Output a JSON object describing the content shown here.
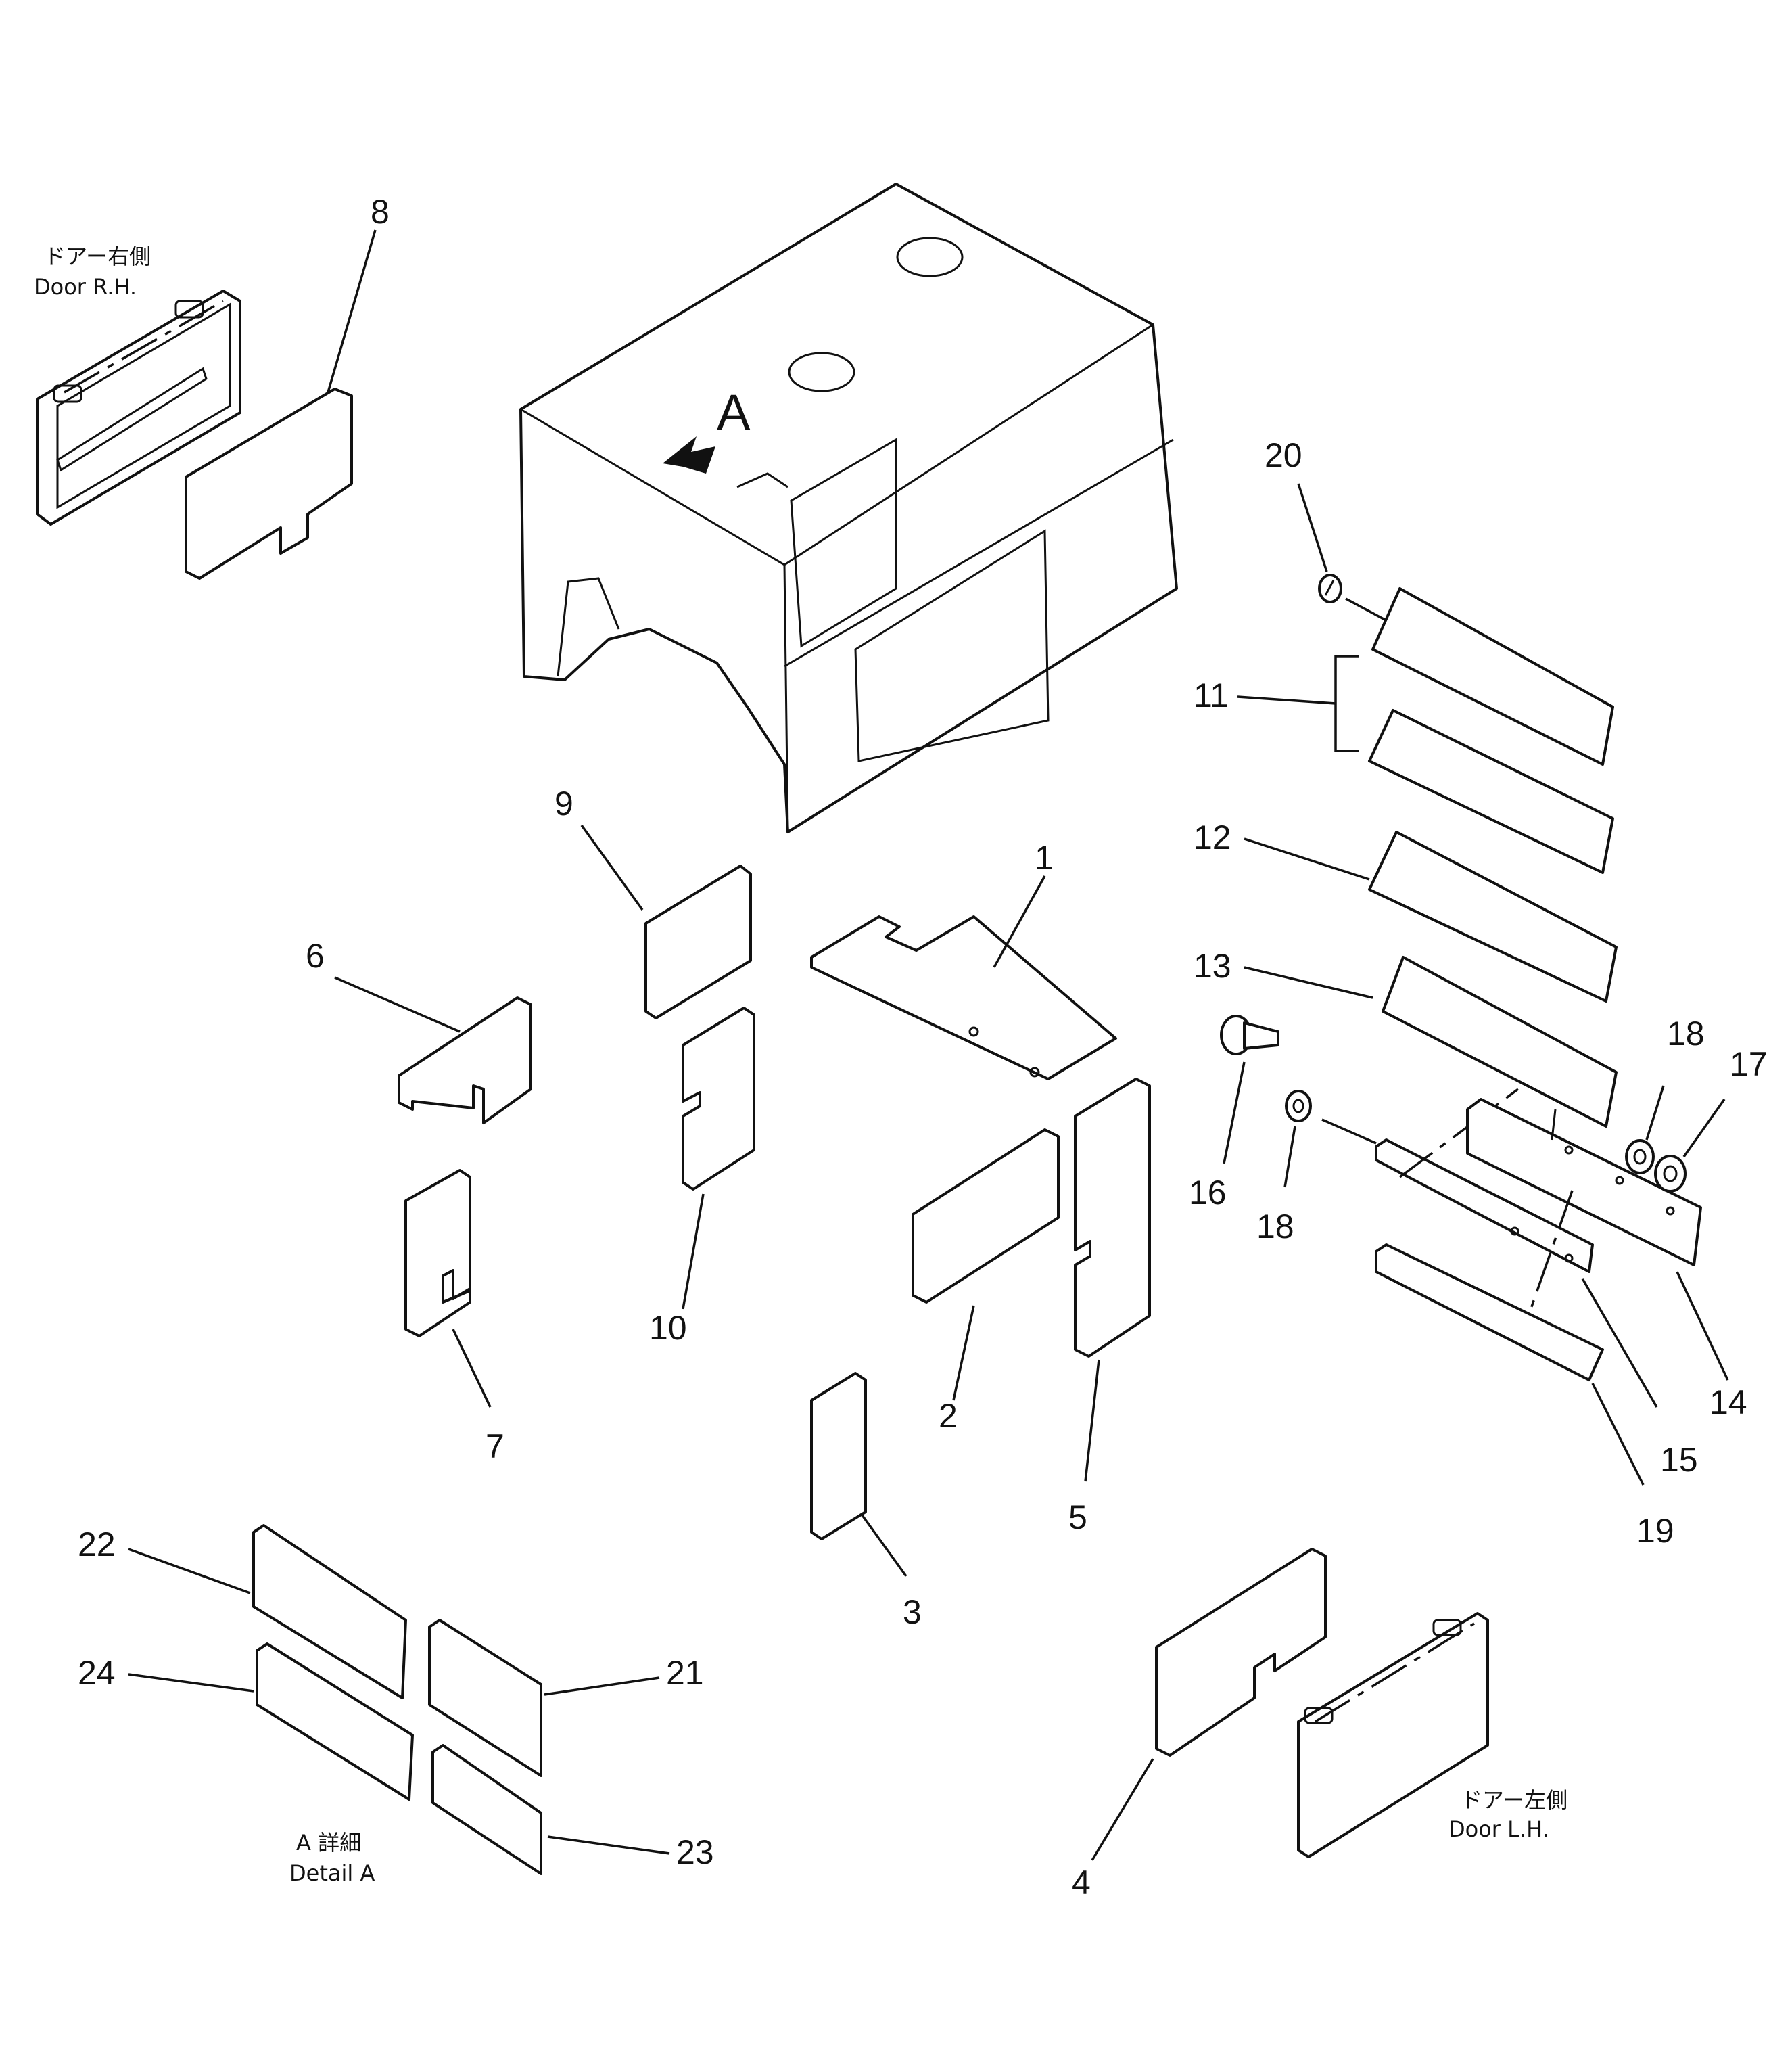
{
  "captions": {
    "door_rh_jp": "ドアー右側",
    "door_rh_en": "Door R.H.",
    "door_lh_jp": "ドアー左側",
    "door_lh_en": "Door L.H.",
    "detail_jp": "A 詳細",
    "detail_en": "Detail A",
    "view_arrow_letter": "A"
  },
  "callouts": {
    "c1": "1",
    "c2": "2",
    "c3": "3",
    "c4": "4",
    "c5": "5",
    "c6": "6",
    "c7": "7",
    "c8": "8",
    "c9": "9",
    "c10": "10",
    "c11": "11",
    "c12": "12",
    "c13": "13",
    "c14": "14",
    "c15": "15",
    "c16": "16",
    "c17": "17",
    "c18a": "18",
    "c18b": "18",
    "c19": "19",
    "c20": "20",
    "c21": "21",
    "c22": "22",
    "c23": "23",
    "c24": "24"
  }
}
